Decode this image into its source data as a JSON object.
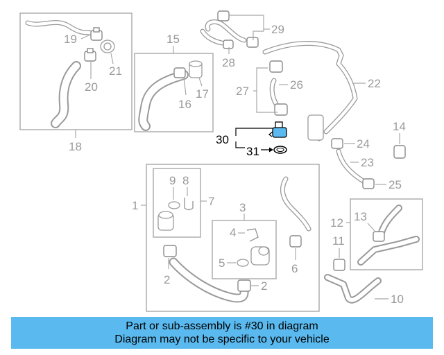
{
  "callouts": {
    "c1": "1",
    "c2a": "2",
    "c2b": "2",
    "c3": "3",
    "c4": "4",
    "c5": "5",
    "c6": "6",
    "c7": "7",
    "c8": "8",
    "c9": "9",
    "c10": "10",
    "c11": "11",
    "c12": "12",
    "c13": "13",
    "c14": "14",
    "c15": "15",
    "c16": "16",
    "c17": "17",
    "c18": "18",
    "c19": "19",
    "c20": "20",
    "c21": "21",
    "c22": "22",
    "c23": "23",
    "c24": "24",
    "c25": "25",
    "c26": "26",
    "c27": "27",
    "c28": "28",
    "c29": "29",
    "c30": "30",
    "c31": "31"
  },
  "highlight": {
    "part_number": "30",
    "color": "#5ab9ee"
  },
  "banner": {
    "line1": "Part or sub-assembly is #30 in diagram",
    "line2": "Diagram may not be specific to your vehicle",
    "background": "#5ab9ee"
  }
}
